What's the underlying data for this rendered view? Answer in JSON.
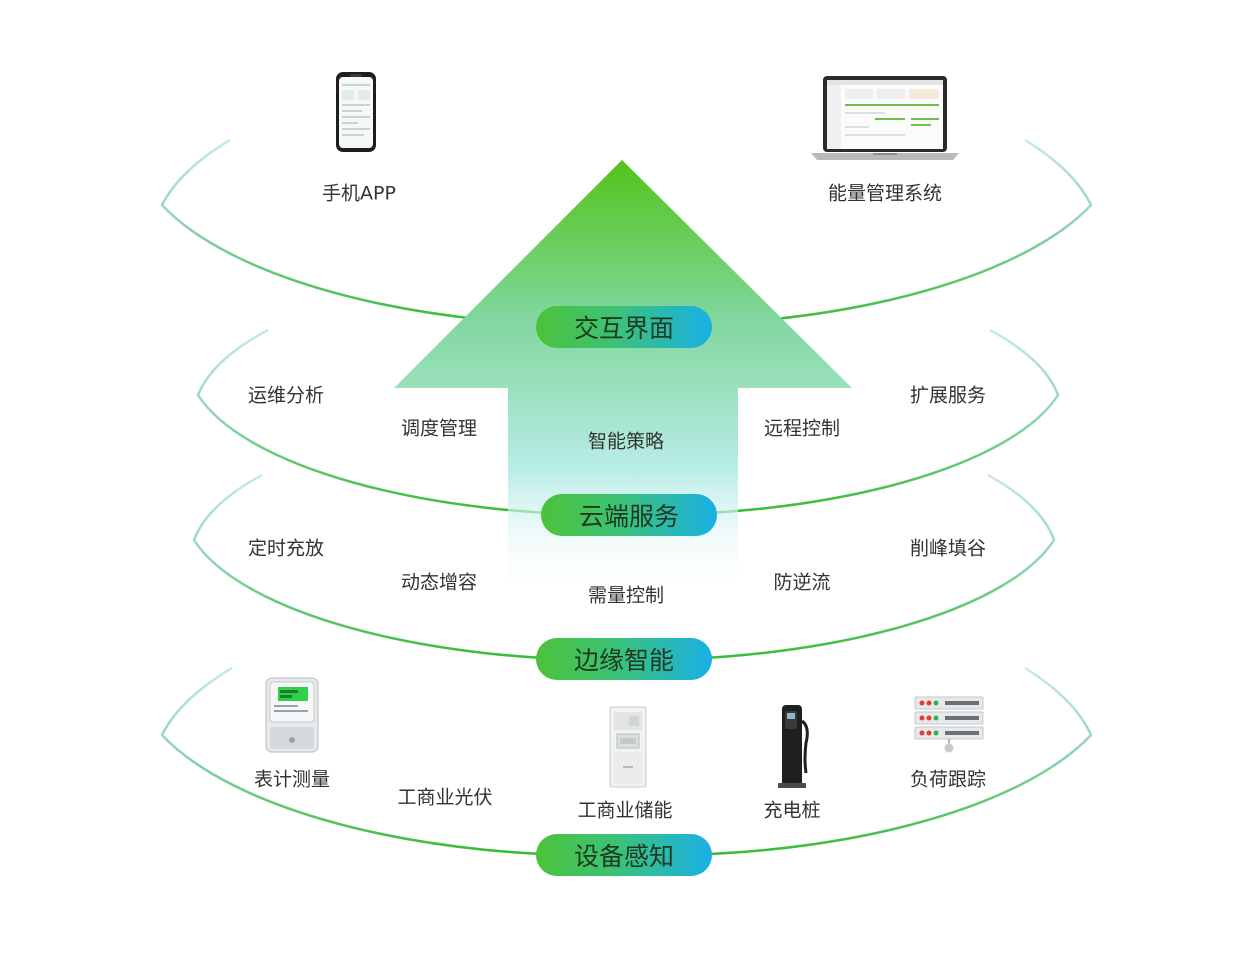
{
  "layers": [
    {
      "name": "交互界面",
      "items": [
        "手机APP",
        "能量管理系统"
      ]
    },
    {
      "name": "云端服务",
      "items": [
        "运维分析",
        "调度管理",
        "智能策略",
        "远程控制",
        "扩展服务"
      ]
    },
    {
      "name": "边缘智能",
      "items": [
        "定时充放",
        "动态增容",
        "需量控制",
        "防逆流",
        "削峰填谷"
      ]
    },
    {
      "name": "设备感知",
      "items": [
        "表计测量",
        "工商业光伏",
        "工商业储能",
        "充电桩",
        "负荷跟踪"
      ]
    }
  ],
  "colors": {
    "ring_green": "#3cbf3c",
    "ring_fade": "#9fdcd0",
    "arrow_top": "#52c41a",
    "arrow_bottom": "#d9f6f3",
    "pill_start": "#4cc23a",
    "pill_end": "#19b0e6"
  },
  "icons": [
    "phone-icon",
    "laptop-icon",
    "meter-icon",
    "storage-cabinet-icon",
    "ev-charger-icon",
    "server-rack-icon"
  ]
}
